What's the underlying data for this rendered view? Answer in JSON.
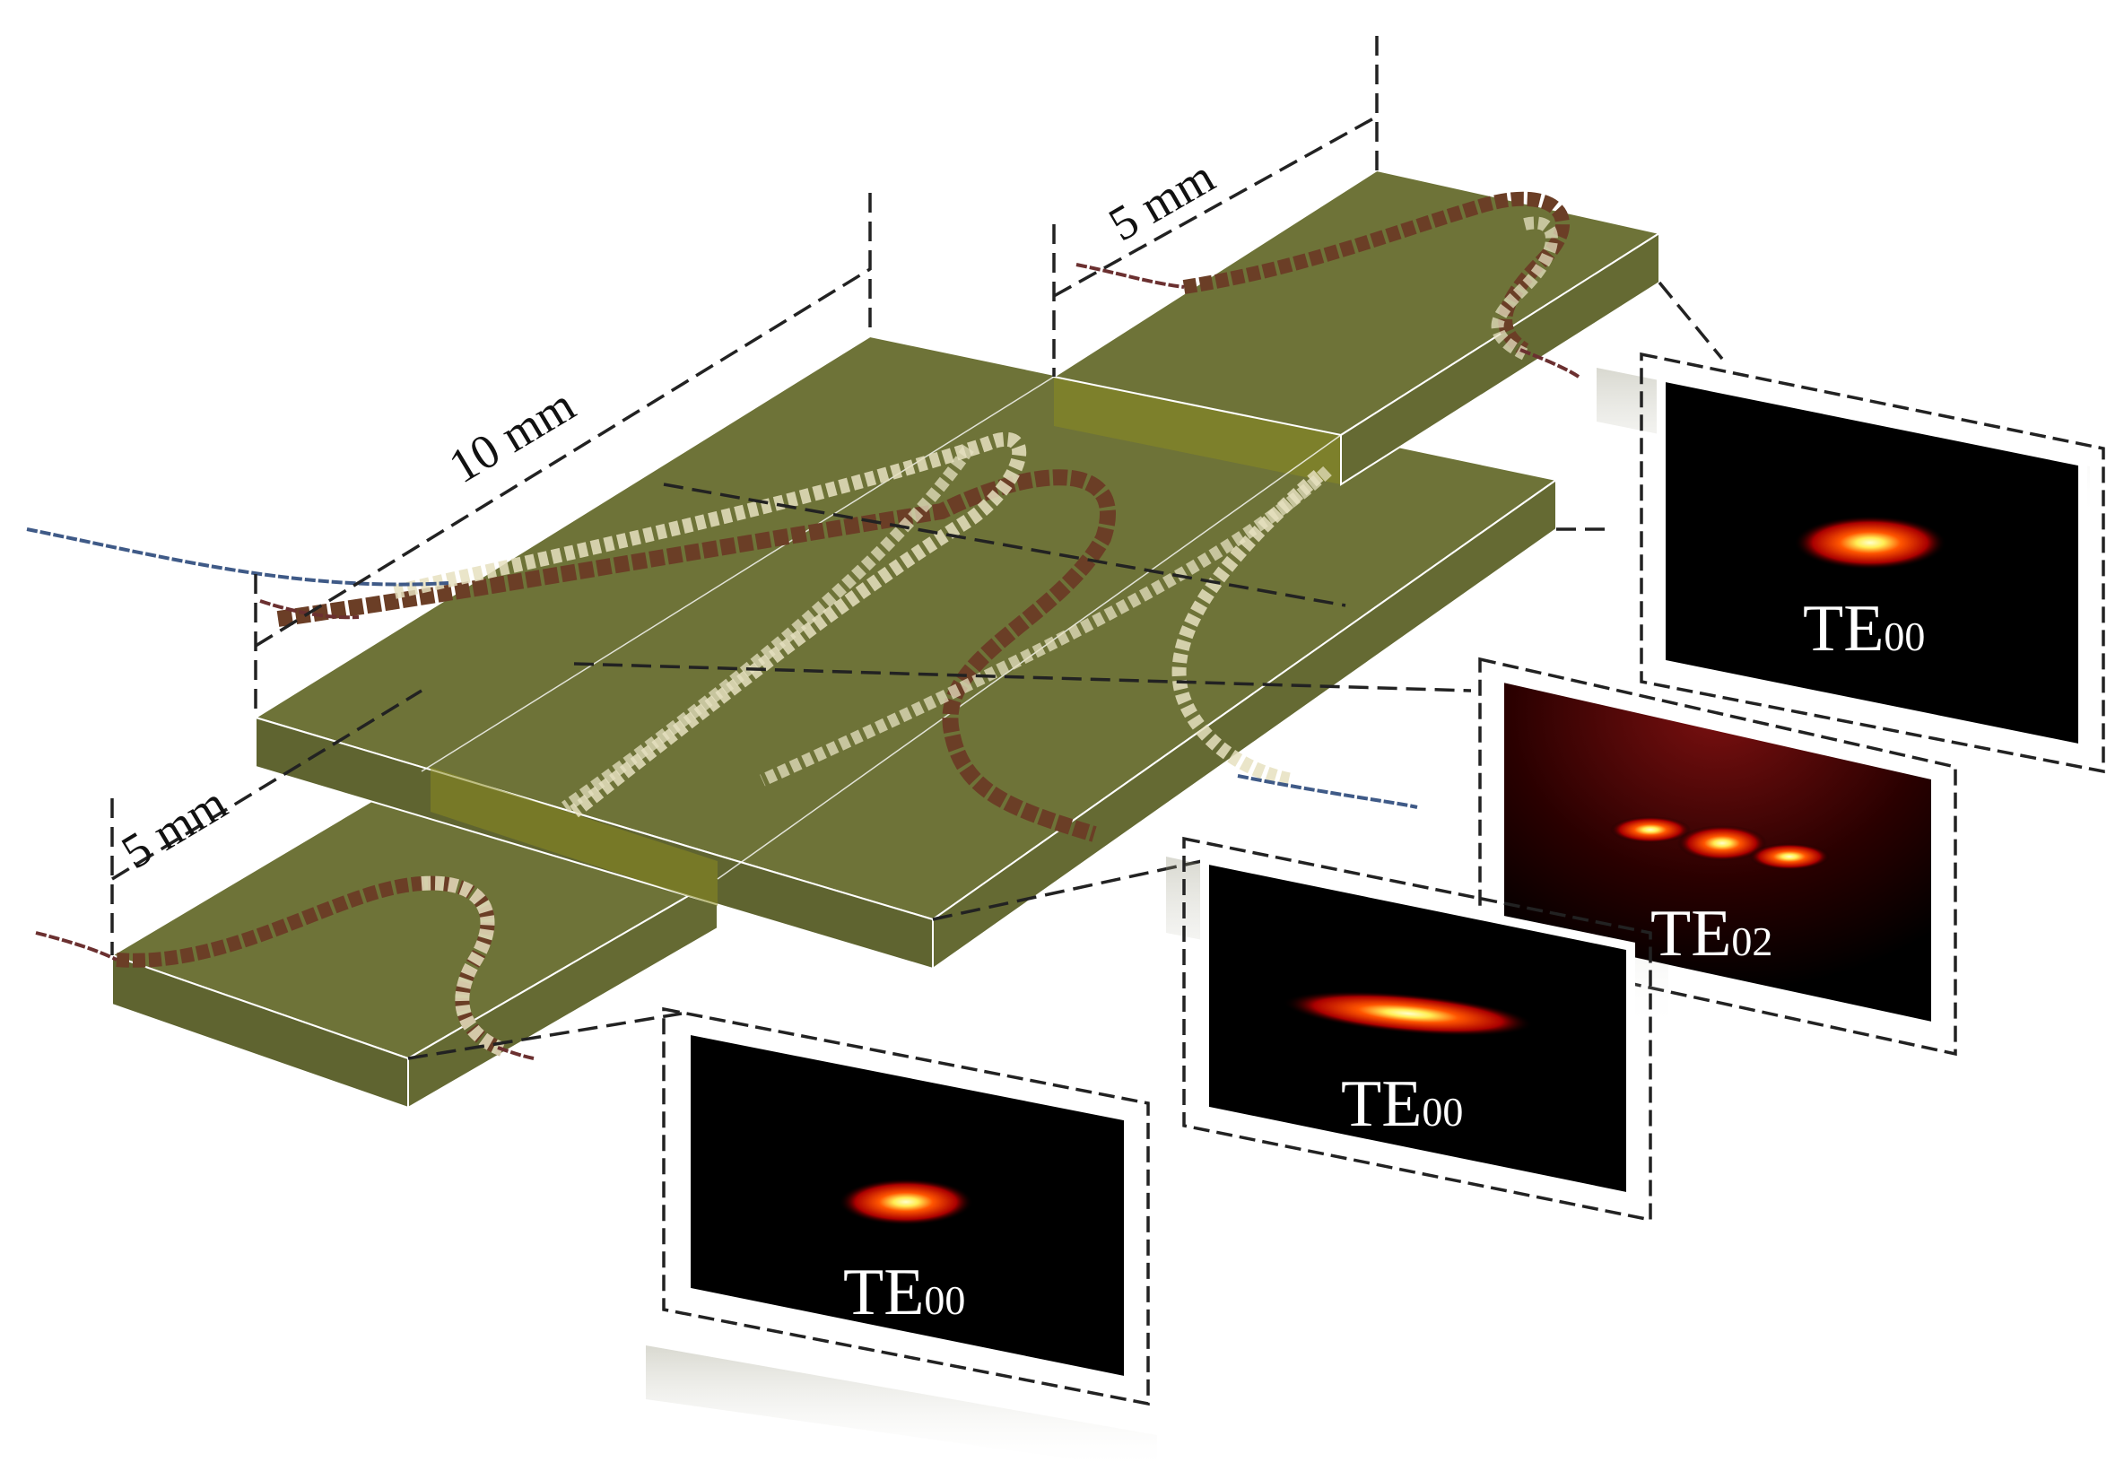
{
  "dimensions": {
    "top_right": "5 mm",
    "middle": "10 mm",
    "bottom_left": "5 mm"
  },
  "modes": [
    {
      "main": "TE",
      "sub": "00"
    },
    {
      "main": "TE",
      "sub": "02"
    },
    {
      "main": "TE",
      "sub": "00"
    },
    {
      "main": "TE",
      "sub": "00"
    }
  ],
  "colors": {
    "slab_top": "#6e7338",
    "slab_side": "#5f6430",
    "waveguide_dark": "#6b3e26",
    "waveguide_light": "#e6e0c0",
    "fiber_blue": "#3f5a87",
    "fiber_red": "#6b3030",
    "dashed_lines": "#222222"
  }
}
